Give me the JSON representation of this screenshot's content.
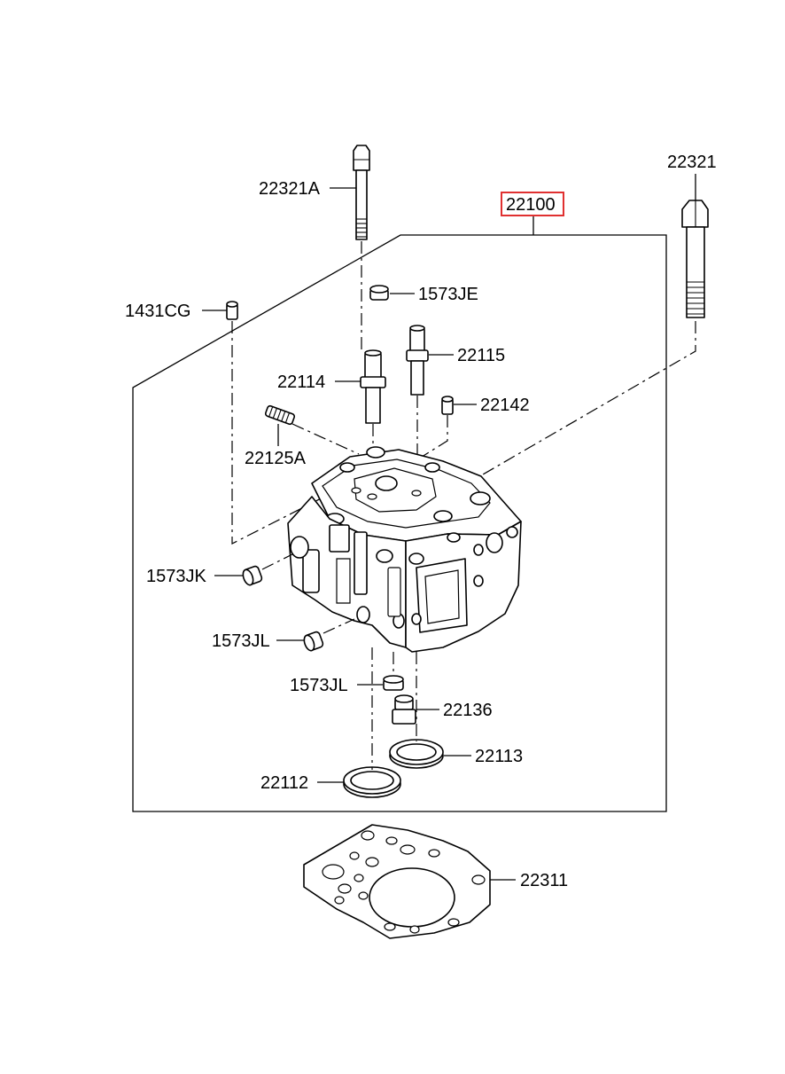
{
  "callouts": {
    "p22321A": "22321A",
    "p22321": "22321",
    "p22100": "22100",
    "p1573JE": "1573JE",
    "p1431CG": "1431CG",
    "p22115": "22115",
    "p22114": "22114",
    "p22142": "22142",
    "p22125A": "22125A",
    "p1573JK": "1573JK",
    "p1573JL_a": "1573JL",
    "p1573JL_b": "1573JL",
    "p22136": "22136",
    "p22113": "22113",
    "p22112": "22112",
    "p22311": "22311"
  },
  "colors": {
    "highlight_box": "#e03030",
    "line": "#000000",
    "background": "#ffffff"
  }
}
